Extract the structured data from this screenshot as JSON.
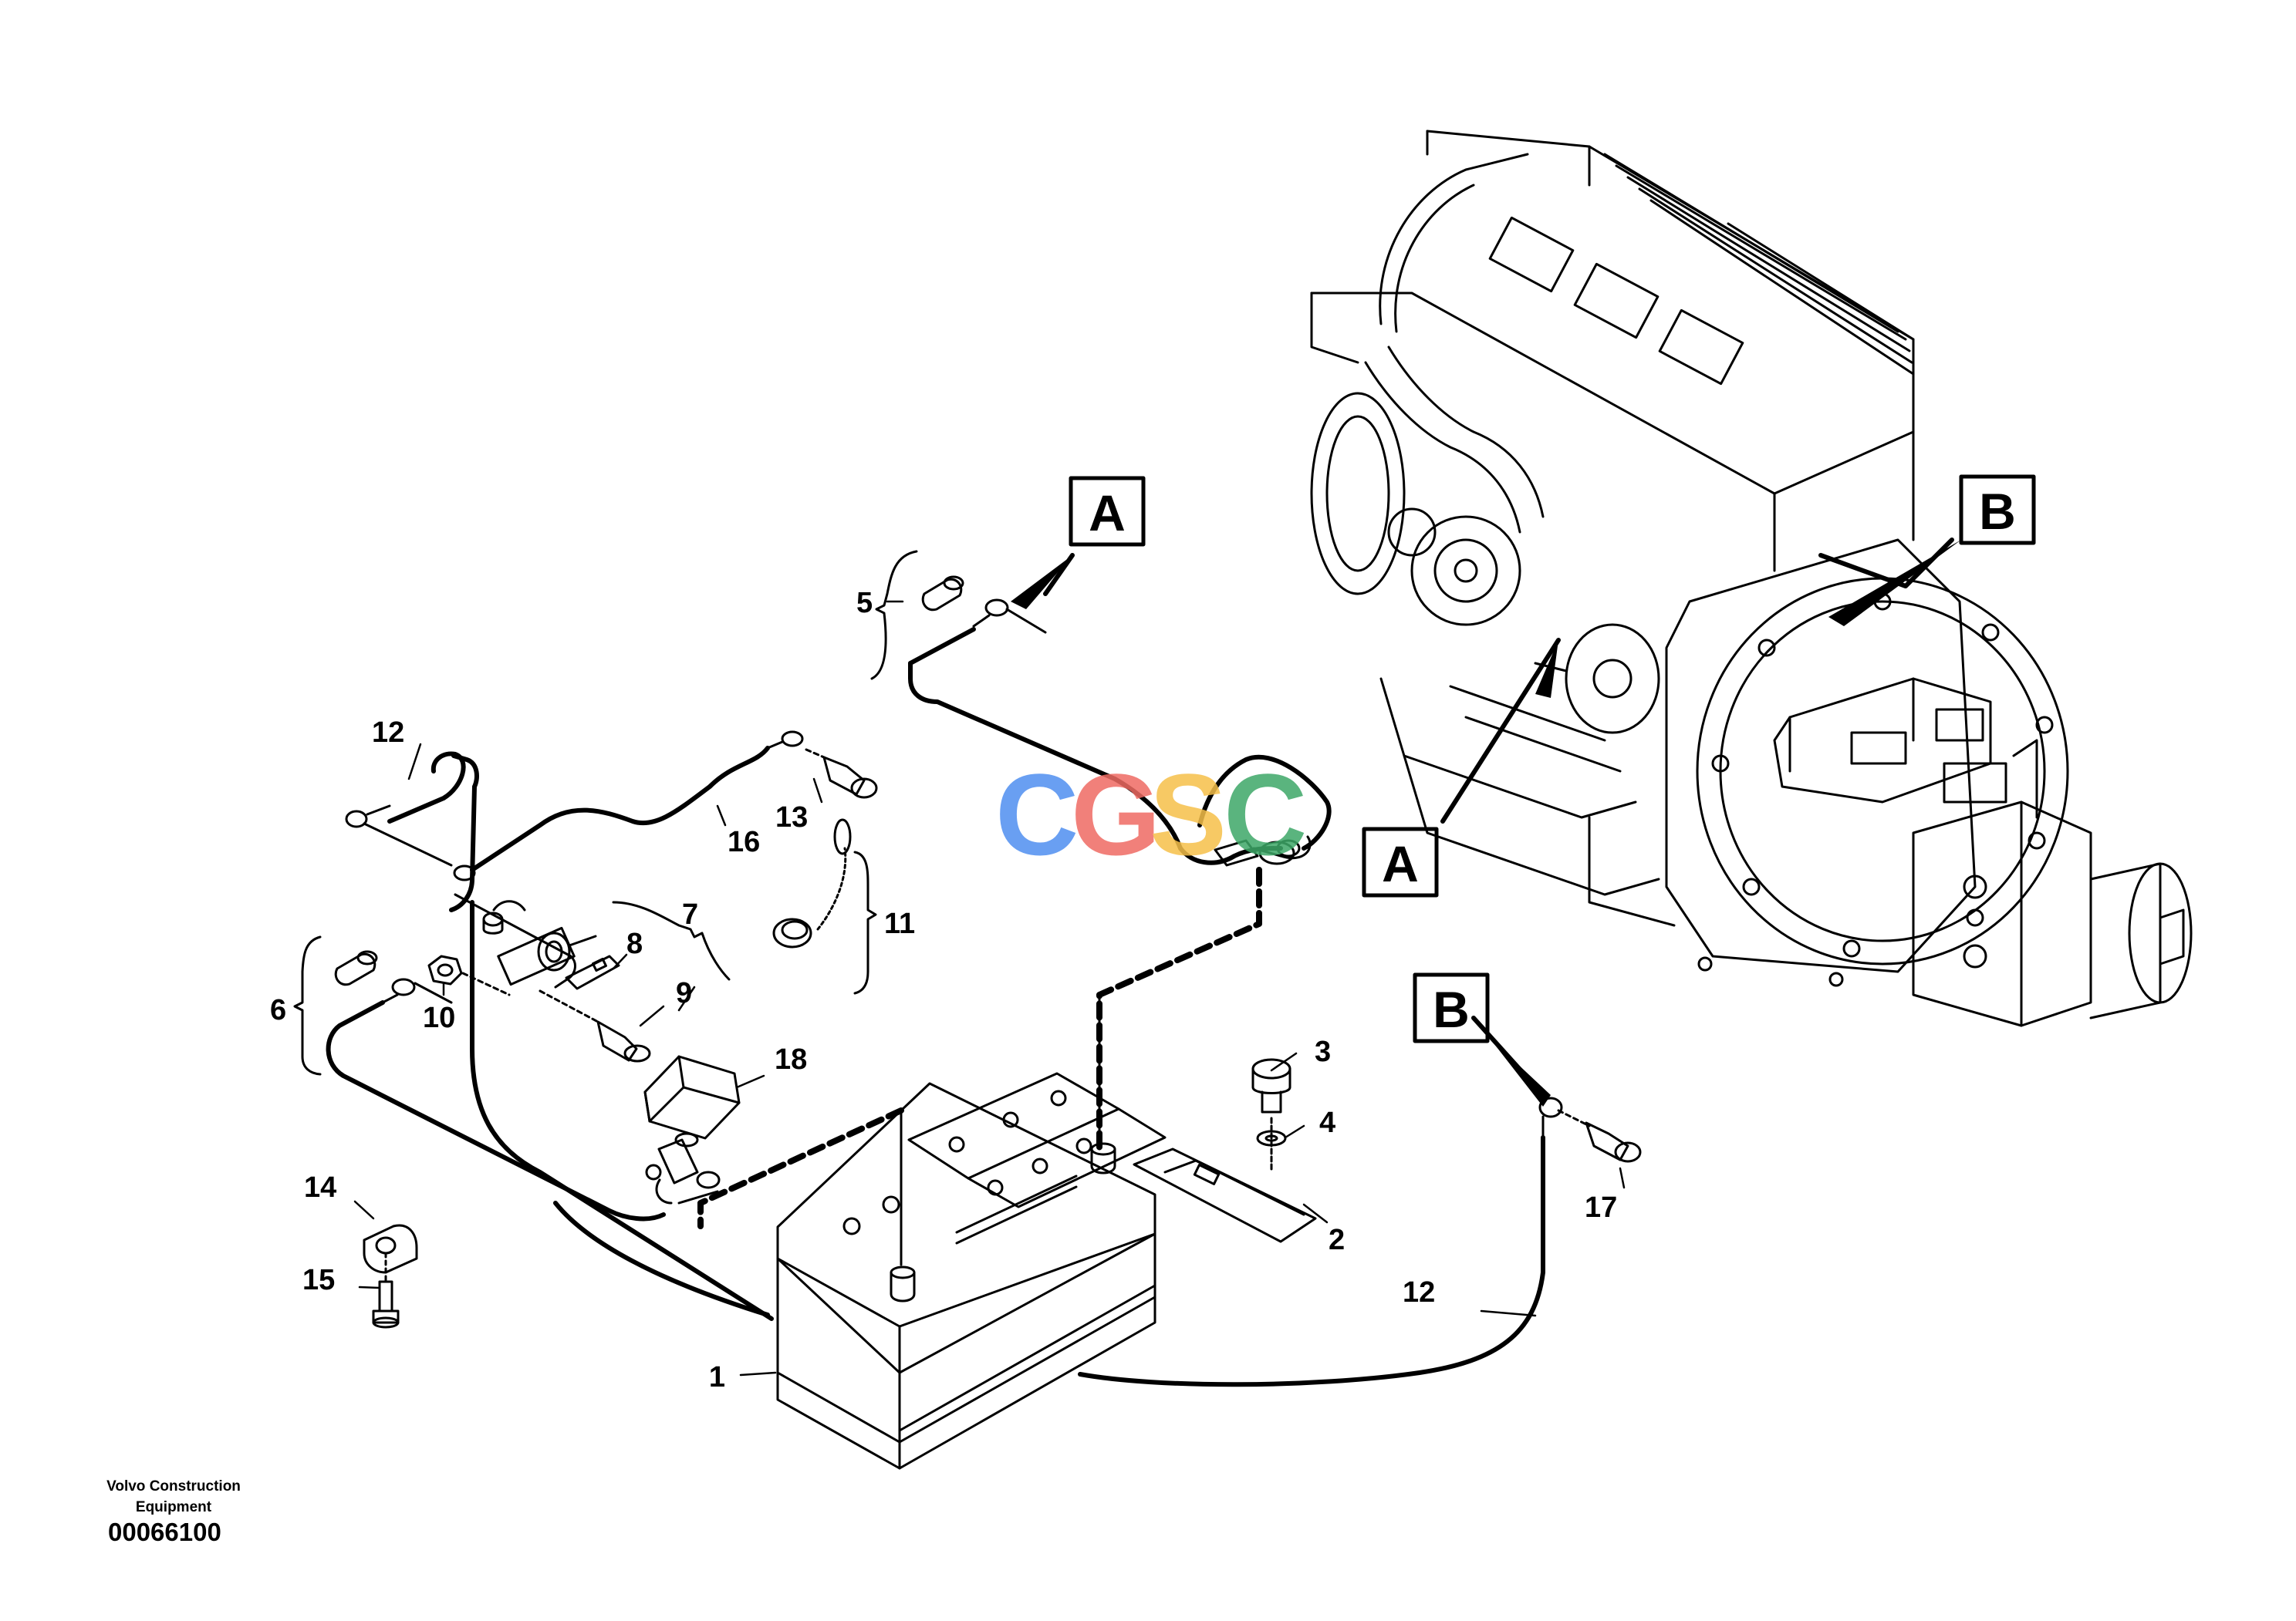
{
  "callouts": {
    "c1": "1",
    "c2": "2",
    "c3": "3",
    "c4": "4",
    "c5": "5",
    "c6": "6",
    "c7": "7",
    "c8": "8",
    "c9": "9",
    "c10": "10",
    "c11": "11",
    "c12a": "12",
    "c12b": "12",
    "c13": "13",
    "c14": "14",
    "c15": "15",
    "c16": "16",
    "c17": "17",
    "c18": "18"
  },
  "reference_boxes": {
    "a_top": "A",
    "a_engine": "A",
    "b_engine": "B",
    "b_cable": "B"
  },
  "watermark": {
    "letters": [
      "C",
      "G",
      "S",
      "C"
    ],
    "colors": [
      "#4f8ff0",
      "#ef6b63",
      "#f6c04a",
      "#3ea868"
    ]
  },
  "footer": {
    "maker_line1": "Volvo Construction",
    "maker_line2": "Equipment",
    "drawing_id": "00066100"
  }
}
